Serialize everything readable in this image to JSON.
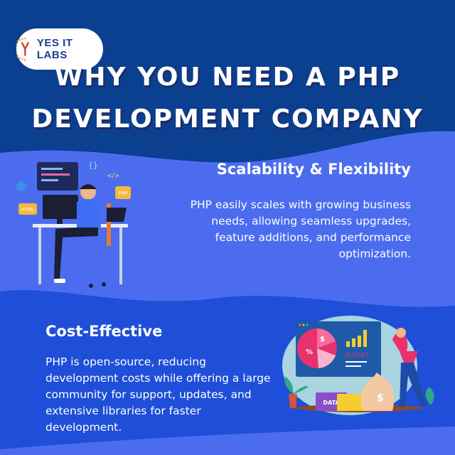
{
  "logo": {
    "text": "YES IT LABS"
  },
  "title": {
    "line1": "WHY YOU NEED A PHP",
    "line2": "DEVELOPMENT COMPANY"
  },
  "sections": [
    {
      "heading": "Scalability & Flexibility",
      "body": "PHP easily scales with growing business needs, allowing seamless upgrades, feature additions, and performance optimization."
    },
    {
      "heading": "Cost-Effective",
      "body": "PHP is open-source, reducing development costs while offering a large community for support, updates, and extensive libraries for faster development."
    }
  ],
  "illustrations": {
    "developer": {
      "labels": [
        "HTML",
        "PHP",
        "{}",
        "</>"
      ]
    },
    "budget": {
      "labels": [
        "$",
        "%",
        "BUDGET",
        "DATA",
        "$"
      ]
    }
  },
  "colors": {
    "top_bg": "#0b3f8f",
    "band_light": "#4c6cf0",
    "mid_bg": "#1f4fd8",
    "text": "#ffffff"
  }
}
